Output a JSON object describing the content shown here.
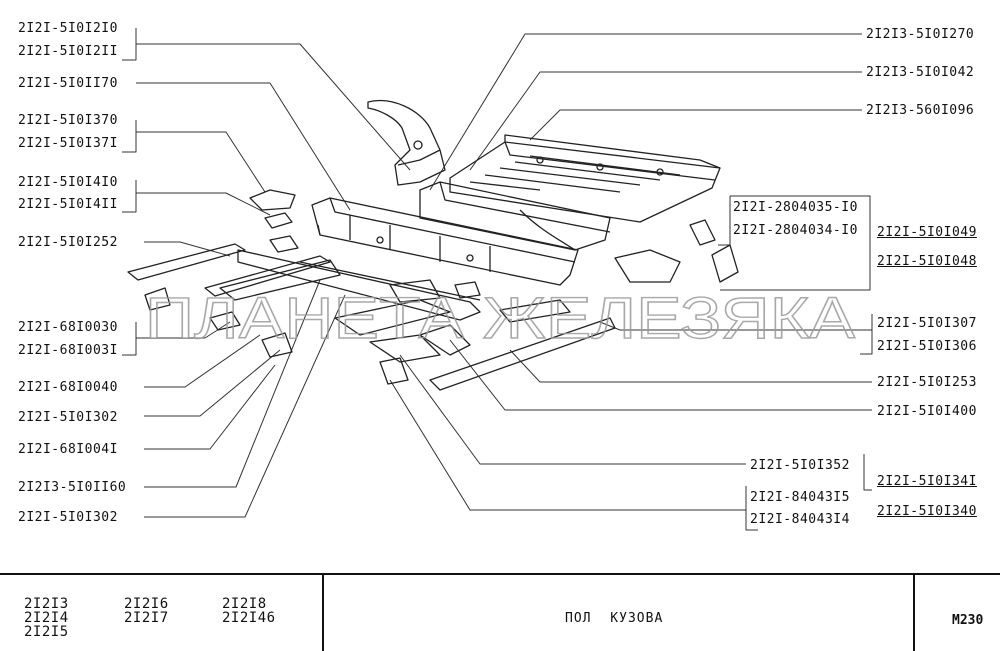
{
  "labels_left": [
    "2I2I-5I0I2I0",
    "2I2I-5I0I2II",
    "2I2I-5I0II70",
    "2I2I-5I0I370",
    "2I2I-5I0I37I",
    "2I2I-5I0I4I0",
    "2I2I-5I0I4II",
    "2I2I-5I0I252",
    "2I2I-68I0030",
    "2I2I-68I003I",
    "2I2I-68I0040",
    "2I2I-5I0I302",
    "2I2I-68I004I",
    "2I2I3-5I0II60",
    "2I2I-5I0I302"
  ],
  "labels_right": [
    "2I2I3-5I0I270",
    "2I2I3-5I0I042",
    "2I2I3-560I096",
    "2I2I-2804035-I0",
    "2I2I-2804034-I0",
    "2I2I-5I0I049",
    "2I2I-5I0I048",
    "2I2I-5I0I307",
    "2I2I-5I0I306",
    "2I2I-5I0I253",
    "2I2I-5I0I400",
    "2I2I-5I0I352",
    "2I2I-5I0I34I",
    "2I2I-84043I5",
    "2I2I-84043I4",
    "2I2I-5I0I340"
  ],
  "watermark": "ПЛАНЕТА ЖЕЛЕЗЯКА",
  "footer": {
    "models_col1": [
      "2I2I3",
      "2I2I4",
      "2I2I5"
    ],
    "models_col2": [
      "2I2I6",
      "2I2I7"
    ],
    "models_col3": [
      "2I2I8",
      "2I2I46"
    ],
    "title": "ПОЛ КУЗОВА",
    "code": "M230"
  }
}
